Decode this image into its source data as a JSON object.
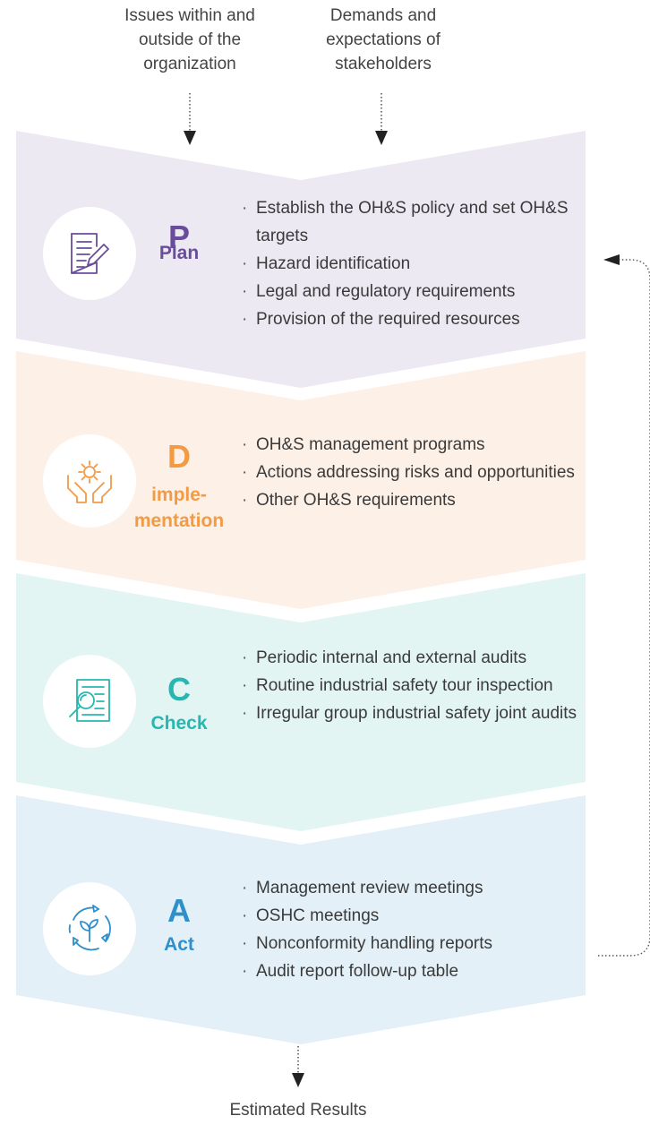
{
  "inputs": {
    "left": "Issues within and\noutside of the\norganization",
    "right": "Demands and\nexpectations of\nstakeholders"
  },
  "stages": [
    {
      "key": "plan",
      "letter": "P",
      "name": "Plan",
      "icon": "document-pen-icon",
      "color": "#6a4c9c",
      "background": "#ece9f2",
      "items": [
        "Establish the OH&S policy and set OH&S targets",
        "Hazard identification",
        "Legal and regulatory requirements",
        "Provision of the required resources"
      ]
    },
    {
      "key": "do",
      "letter": "D",
      "name": "imple-\nmentation",
      "icon": "hands-gear-icon",
      "color": "#f39a45",
      "background": "#fdf0e6",
      "items": [
        "OH&S management programs",
        "Actions addressing risks and opportunities",
        "Other OH&S requirements"
      ]
    },
    {
      "key": "check",
      "letter": "C",
      "name": "Check",
      "icon": "magnifier-document-icon",
      "color": "#27b7b1",
      "background": "#e3f5f3",
      "items": [
        "Periodic internal and external audits",
        "Routine industrial safety tour inspection",
        "Irregular group industrial safety joint audits"
      ]
    },
    {
      "key": "act",
      "letter": "A",
      "name": "Act",
      "icon": "cycle-leaf-icon",
      "color": "#2f8fca",
      "background": "#e3f0f8",
      "items": [
        "Management review meetings",
        "OSHC meetings",
        "Nonconformity handling reports",
        "Audit report follow-up table"
      ]
    }
  ],
  "result": "Estimated Results"
}
